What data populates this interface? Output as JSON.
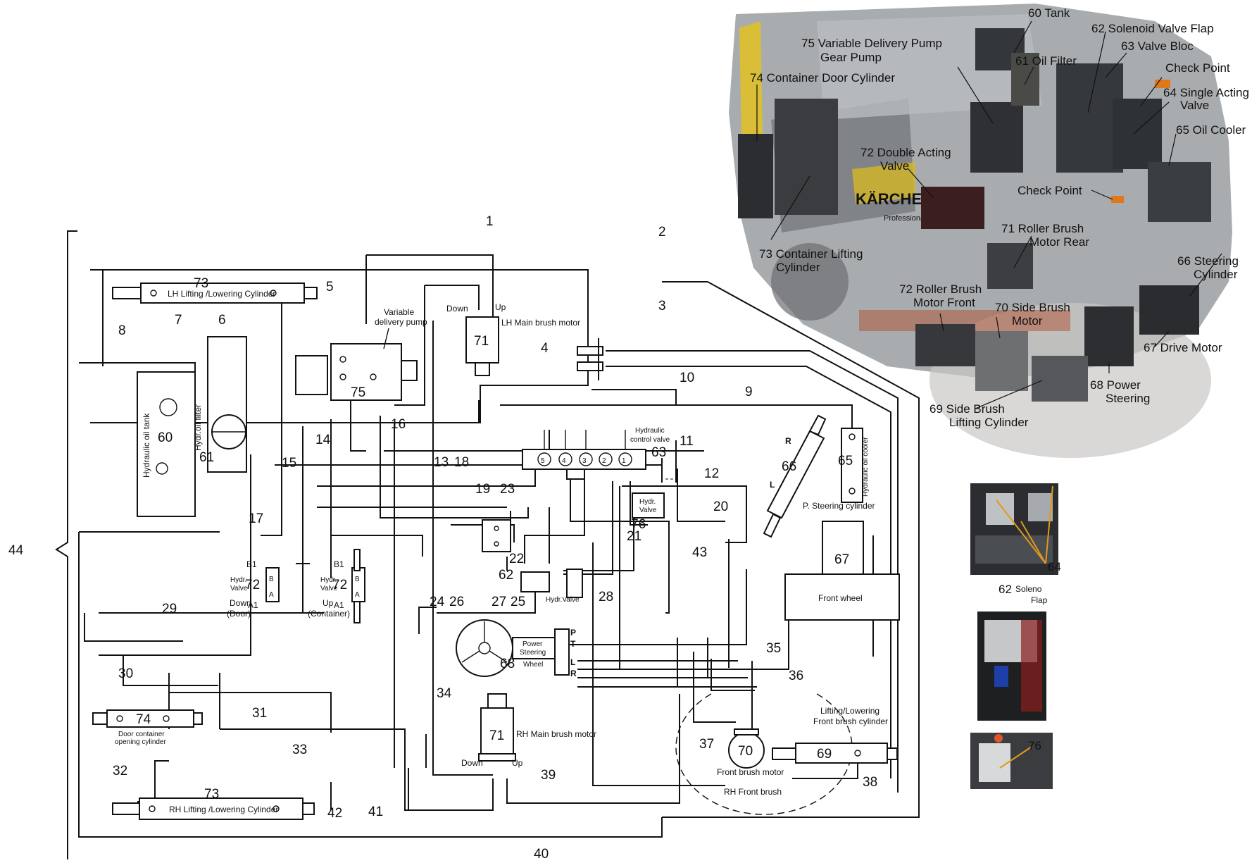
{
  "diagram": {
    "bracket_label": "44",
    "line_numbers": [
      "1",
      "2",
      "3",
      "4",
      "5",
      "6",
      "7",
      "8",
      "9",
      "10",
      "11",
      "12",
      "13",
      "14",
      "15",
      "16",
      "17",
      "18",
      "19",
      "20",
      "21",
      "22",
      "23",
      "24",
      "25",
      "26",
      "27",
      "28",
      "29",
      "30",
      "31",
      "32",
      "33",
      "34",
      "35",
      "36",
      "37",
      "38",
      "39",
      "40",
      "41",
      "42",
      "43"
    ],
    "components": {
      "lh_cylinder": {
        "num": "73",
        "label": "LH Lifting /Lowering Cylinder"
      },
      "rh_cylinder": {
        "num": "73",
        "label": "RH Lifting /Lowering Cylinder"
      },
      "tank": {
        "num": "60",
        "label": "Hydraulic oil tank"
      },
      "filter": {
        "num": "61",
        "label": "Hydr.oil filter"
      },
      "pump": {
        "num": "75",
        "label_line1": "Variable",
        "label_line2": "delivery pump"
      },
      "lh_motor": {
        "num": "71",
        "label": "LH Main brush motor",
        "down": "Down",
        "up": "Up"
      },
      "rh_motor": {
        "num": "71",
        "label": "RH Main brush motor",
        "down": "Down",
        "up": "Up"
      },
      "control_valve": {
        "num": "63",
        "label_line1": "Hydraulic",
        "label_line2": "control valve",
        "sections": [
          "5",
          "4",
          "3",
          "2",
          "1"
        ]
      },
      "oil_cooler": {
        "num": "65",
        "label": "Hydraulic oil cooler"
      },
      "steering_cyl": {
        "num": "66",
        "label": "P. Steering cylinder",
        "r": "R",
        "l": "L"
      },
      "drive": {
        "num": "67",
        "wheel": "Front wheel"
      },
      "valve_76": {
        "num": "76",
        "label_line1": "Hydr.",
        "label_line2": "Valve"
      },
      "valve_62": {
        "num": "62"
      },
      "hydr_valve_small": {
        "label": "Hydr.Valve"
      },
      "valve_door": {
        "num": "72",
        "label_line1": "Hydr.",
        "label_line2": "Valve",
        "label_line3": "Down",
        "label_line4": "(Door)",
        "b1": "B1",
        "b": "B",
        "a": "A",
        "a1": "A1"
      },
      "valve_container": {
        "num": "72",
        "label_line1": "Hydr.",
        "label_line2": "Valve",
        "label_line3": "Up",
        "label_line4": "(Container)",
        "b1": "B1",
        "b": "B",
        "a": "A",
        "a1": "A1"
      },
      "steering_wheel": {
        "num": "68",
        "label_line1": "Power",
        "label_line2": "Steering",
        "label_line3": "Wheel",
        "ports": [
          "P",
          "T",
          "L",
          "R"
        ]
      },
      "door_cyl": {
        "num": "74",
        "label_line1": "Door container",
        "label_line2": "opening cylinder"
      },
      "front_motor": {
        "num": "70",
        "label": "Front brush motor",
        "brush": "RH Front brush"
      },
      "front_cyl": {
        "num": "69",
        "label_line1": "Lifting/Lowering",
        "label_line2": "Front brush cylinder"
      }
    }
  },
  "photo_callouts": [
    {
      "text": "60 Tank"
    },
    {
      "text": "62 Solenoid Valve Flap"
    },
    {
      "text": "75 Variable Delivery Pump"
    },
    {
      "text": "Gear Pump"
    },
    {
      "text": "63 Valve Bloc"
    },
    {
      "text": "61 Oil Filter"
    },
    {
      "text": "74 Container Door Cylinder"
    },
    {
      "text": "Check Point"
    },
    {
      "text": "64 Single Acting"
    },
    {
      "text": "Valve"
    },
    {
      "text": "65 Oil Cooler"
    },
    {
      "text": "72 Double Acting"
    },
    {
      "text": "Valve"
    },
    {
      "text": "Check Point"
    },
    {
      "text": "73 Container Lifting"
    },
    {
      "text": "Cylinder"
    },
    {
      "text": "71 Roller Brush"
    },
    {
      "text": "Motor Rear"
    },
    {
      "text": "66 Steering"
    },
    {
      "text": "Cylinder"
    },
    {
      "text": "72 Roller Brush"
    },
    {
      "text": "Motor Front"
    },
    {
      "text": "70 Side Brush"
    },
    {
      "text": "Motor"
    },
    {
      "text": "67 Drive Motor"
    },
    {
      "text": "68 Power"
    },
    {
      "text": "Steering"
    },
    {
      "text": "69 Side Brush"
    },
    {
      "text": "Lifting Cylinder"
    }
  ],
  "machine_brand": {
    "brand": "KÄRCHER",
    "model": "Professional"
  },
  "inset_photos": [
    {
      "num": "64"
    },
    {
      "num": "62",
      "caption_line1": "Soleno",
      "caption_line2": "Flap"
    },
    {
      "num": "76"
    }
  ],
  "colors": {
    "machine_body": "#8c8f93",
    "brand_yellow": "#e6c31a",
    "photo_dark": "#2b2d30",
    "callout_line": "#e09a1a"
  }
}
